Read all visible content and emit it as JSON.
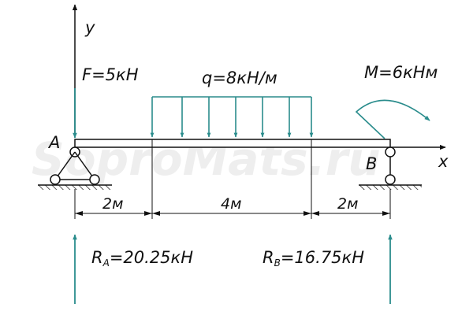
{
  "watermark": "SoproMats.ru",
  "axes": {
    "y": "y",
    "x": "x"
  },
  "supports": {
    "a": "A",
    "b": "B"
  },
  "loads": {
    "force": "F=5кН",
    "distributed": "q=8кН/м",
    "moment": "M=6кНм"
  },
  "dimensions": [
    "2м",
    "4м",
    "2м"
  ],
  "reactions": {
    "a": {
      "symbol": "R",
      "sub": "A",
      "value": "=20.25кН"
    },
    "b": {
      "symbol": "R",
      "sub": "B",
      "value": "=16.75кН"
    }
  },
  "colors": {
    "load": "#2a8c8c",
    "line": "#111111",
    "watermark": "#eeeeee"
  }
}
